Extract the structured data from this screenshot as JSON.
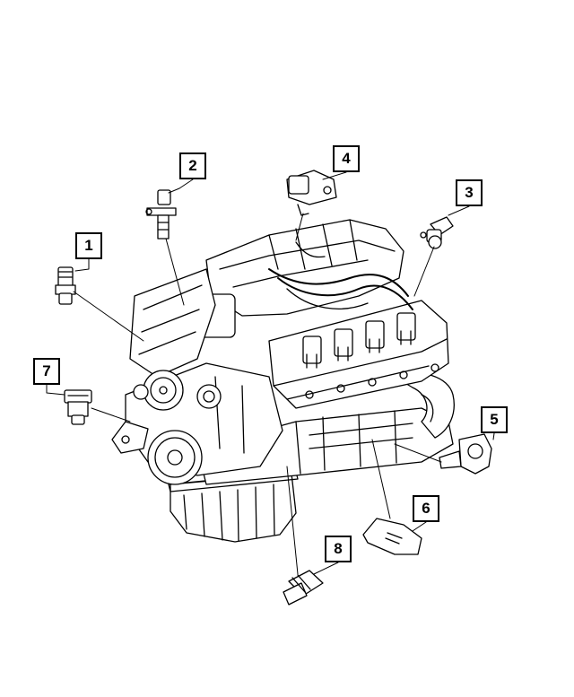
{
  "callouts": [
    {
      "id": "1",
      "label": "1"
    },
    {
      "id": "2",
      "label": "2"
    },
    {
      "id": "3",
      "label": "3"
    },
    {
      "id": "4",
      "label": "4"
    },
    {
      "id": "5",
      "label": "5"
    },
    {
      "id": "6",
      "label": "6"
    },
    {
      "id": "7",
      "label": "7"
    },
    {
      "id": "8",
      "label": "8"
    }
  ],
  "colors": {
    "line": "#000000",
    "background": "#ffffff",
    "fill": "#ffffff"
  }
}
